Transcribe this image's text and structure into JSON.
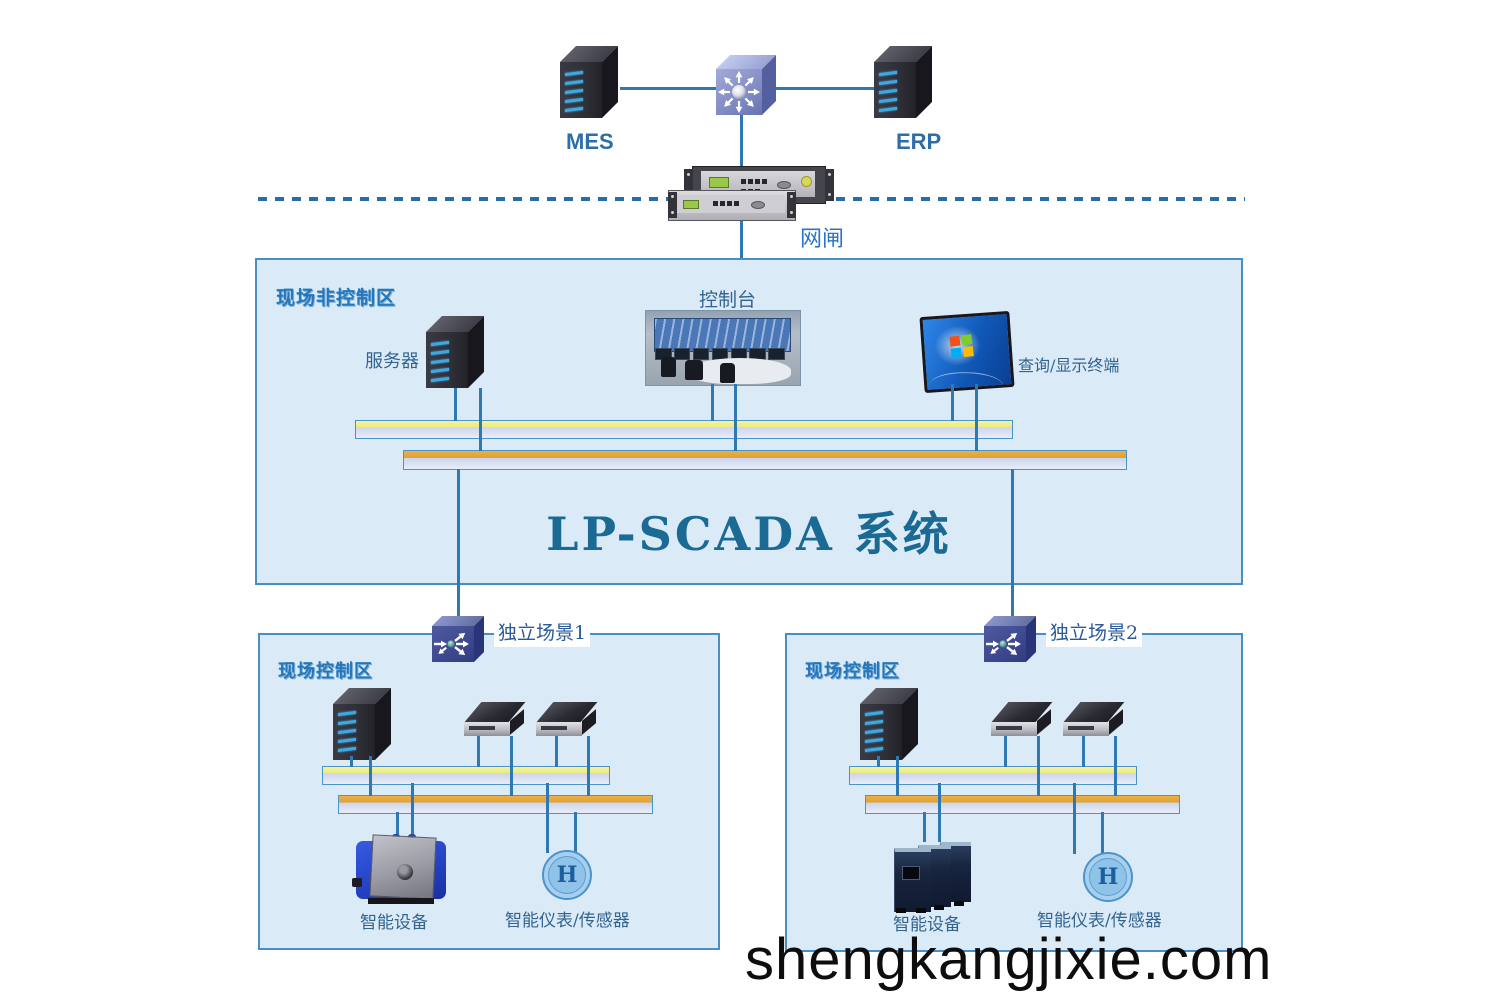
{
  "colors": {
    "zone_fill": "#dbeaf7",
    "zone_border": "#4a8fc3",
    "connector_line": "#2e78b4",
    "bus_yellow": "#f0ee8c",
    "bus_orange": "#e7a93c",
    "bus_body": "#ccd6eb",
    "zone_title_blue": "#2477ba",
    "device_label_blue": "#33648f",
    "system_title_teal": "#1a6a94"
  },
  "top_section": {
    "mes": {
      "label": "MES"
    },
    "erp": {
      "label": "ERP"
    },
    "gateway": {
      "label": "网闸"
    }
  },
  "noncontrol_zone": {
    "title": "现场非控制区",
    "server_label": "服务器",
    "console_label": "控制台",
    "terminal_label": "查询/显示终端",
    "system_title": "LP-SCADA 系统"
  },
  "scene_switches": [
    {
      "label": "独立场景1"
    },
    {
      "label": "独立场景2"
    }
  ],
  "control_zones": [
    {
      "title": "现场控制区",
      "smart_device_label": "智能设备",
      "sensor_label": "智能仪表/传感器",
      "sensor_symbol": "H"
    },
    {
      "title": "现场控制区",
      "smart_device_label": "智能设备",
      "sensor_label": "智能仪表/传感器",
      "sensor_symbol": "H"
    }
  ],
  "watermark": "shengkangjixie.com"
}
